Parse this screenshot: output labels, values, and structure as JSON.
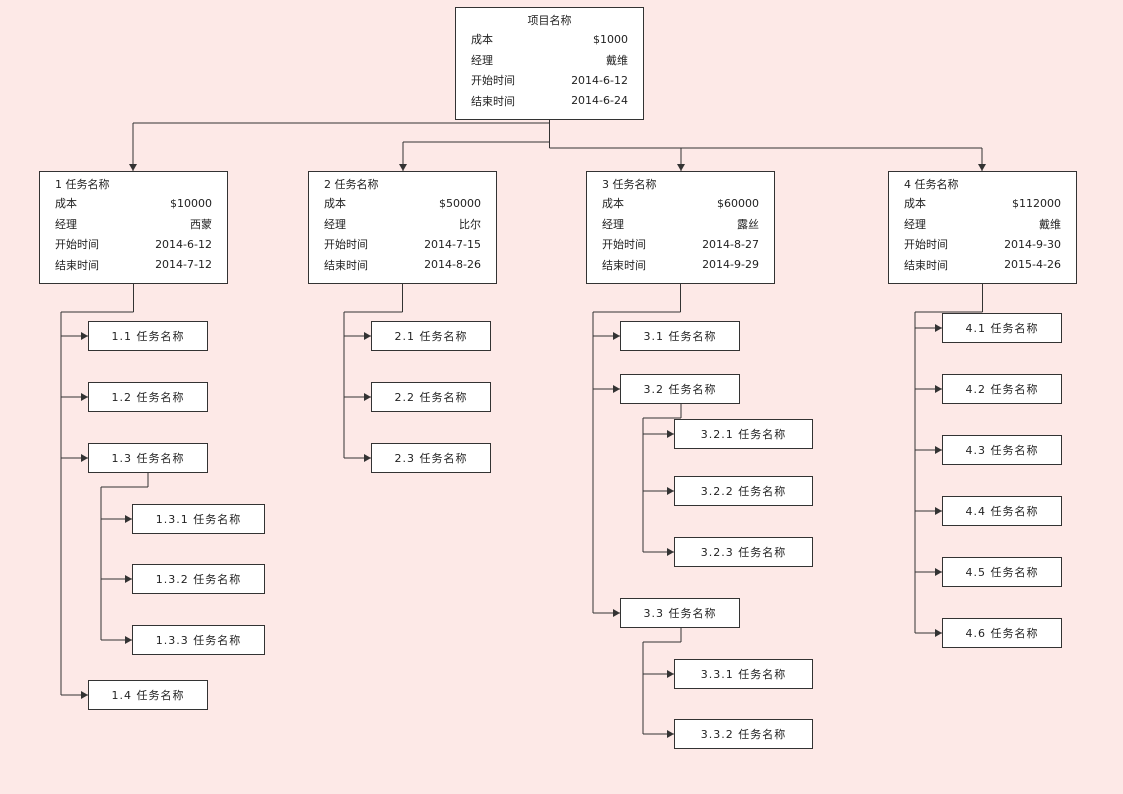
{
  "root": {
    "title": "项目名称",
    "fields": [
      {
        "label": "成本",
        "value": "$1000"
      },
      {
        "label": "经理",
        "value": "戴维"
      },
      {
        "label": "开始时间",
        "value": "2014-6-12"
      },
      {
        "label": "结束时间",
        "value": "2014-6-24"
      }
    ]
  },
  "tasks": [
    {
      "title": "1 任务名称",
      "fields": [
        {
          "label": "成本",
          "value": "$10000"
        },
        {
          "label": "经理",
          "value": "西蒙"
        },
        {
          "label": "开始时间",
          "value": "2014-6-12"
        },
        {
          "label": "结束时间",
          "value": "2014-7-12"
        }
      ],
      "subtasks": [
        {
          "label": "1.1 任务名称",
          "children": []
        },
        {
          "label": "1.2 任务名称",
          "children": []
        },
        {
          "label": "1.3 任务名称",
          "children": [
            "1.3.1 任务名称",
            "1.3.2 任务名称",
            "1.3.3 任务名称"
          ]
        },
        {
          "label": "1.4 任务名称",
          "children": []
        }
      ]
    },
    {
      "title": "2 任务名称",
      "fields": [
        {
          "label": "成本",
          "value": "$50000"
        },
        {
          "label": "经理",
          "value": "比尔"
        },
        {
          "label": "开始时间",
          "value": "2014-7-15"
        },
        {
          "label": "结束时间",
          "value": "2014-8-26"
        }
      ],
      "subtasks": [
        {
          "label": "2.1 任务名称",
          "children": []
        },
        {
          "label": "2.2 任务名称",
          "children": []
        },
        {
          "label": "2.3 任务名称",
          "children": []
        }
      ]
    },
    {
      "title": "3 任务名称",
      "fields": [
        {
          "label": "成本",
          "value": "$60000"
        },
        {
          "label": "经理",
          "value": "露丝"
        },
        {
          "label": "开始时间",
          "value": "2014-8-27"
        },
        {
          "label": "结束时间",
          "value": "2014-9-29"
        }
      ],
      "subtasks": [
        {
          "label": "3.1 任务名称",
          "children": []
        },
        {
          "label": "3.2 任务名称",
          "children": [
            "3.2.1 任务名称",
            "3.2.2 任务名称",
            "3.2.3 任务名称"
          ]
        },
        {
          "label": "3.3 任务名称",
          "children": [
            "3.3.1 任务名称",
            "3.3.2 任务名称"
          ]
        }
      ]
    },
    {
      "title": "4 任务名称",
      "fields": [
        {
          "label": "成本",
          "value": "$112000"
        },
        {
          "label": "经理",
          "value": "戴维"
        },
        {
          "label": "开始时间",
          "value": "2014-9-30"
        },
        {
          "label": "结束时间",
          "value": "2015-4-26"
        }
      ],
      "subtasks": [
        {
          "label": "4.1 任务名称",
          "children": []
        },
        {
          "label": "4.2 任务名称",
          "children": []
        },
        {
          "label": "4.3 任务名称",
          "children": []
        },
        {
          "label": "4.4 任务名称",
          "children": []
        },
        {
          "label": "4.5 任务名称",
          "children": []
        },
        {
          "label": "4.6 任务名称",
          "children": []
        }
      ]
    }
  ]
}
